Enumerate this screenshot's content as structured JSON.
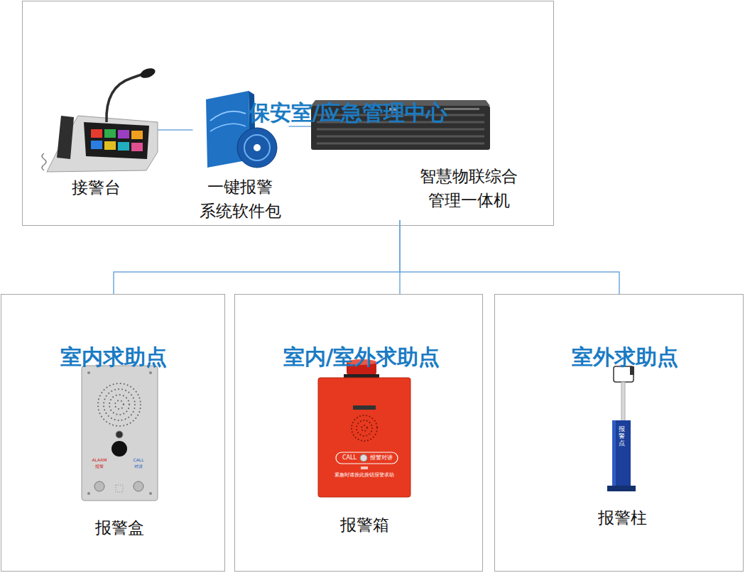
{
  "diagram": {
    "nodes": [
      {
        "text": [
          "保安室/应急管理中心"
        ]
      },
      {
        "text": [
          "接警台"
        ],
        "in": 0
      },
      {
        "text": [
          "一键报警 系统软件包"
        ],
        "in": 0
      },
      {
        "text": [
          "智慧物联综合 管理一体机"
        ],
        "in": 0
      },
      {
        "text": [
          "室内求助点"
        ]
      },
      {
        "text": [
          "报警盒"
        ],
        "in": 4
      },
      {
        "text": [
          "室内/室外求助点"
        ]
      },
      {
        "text": [
          "报警箱"
        ],
        "in": 6
      },
      {
        "text": [
          "室外求助点"
        ]
      },
      {
        "text": [
          "报警柱"
        ],
        "in": 8
      }
    ],
    "edges": [
      {
        "from": 1,
        "to": 2,
        "arrow": "none"
      },
      {
        "from": 2,
        "to": 3,
        "arrow": "none"
      },
      {
        "from": 3,
        "to": 4,
        "arrow": "none"
      },
      {
        "from": 3,
        "to": 6,
        "arrow": "none"
      },
      {
        "from": 3,
        "to": 8,
        "arrow": "none"
      }
    ],
    "labels": [
      "ALARM",
      "报警",
      "CALL",
      "对讲",
      "CALL",
      "报警对讲",
      "紧急时请按此按钮报警求助",
      "报警点"
    ]
  }
}
